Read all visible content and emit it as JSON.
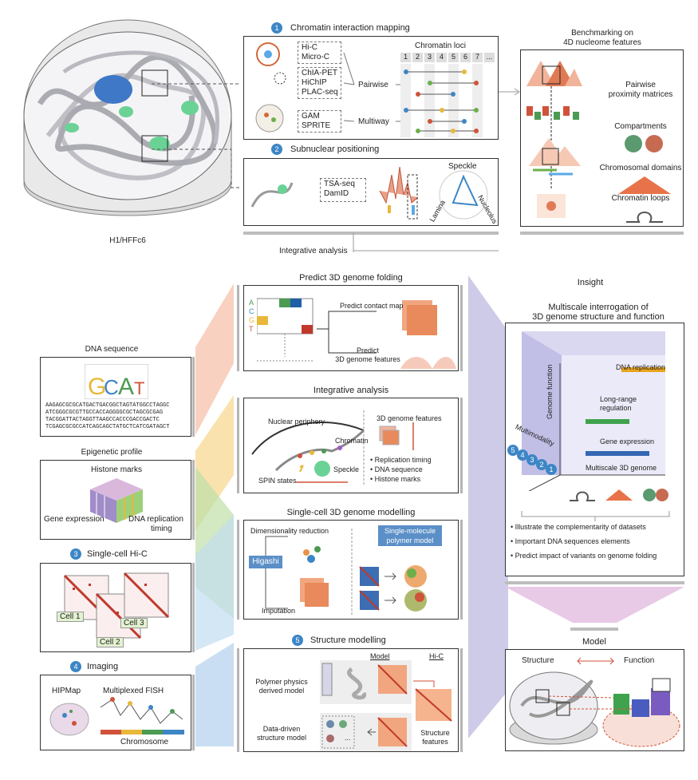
{
  "top": {
    "cell_label": "H1/HFFc6",
    "section1": {
      "num": "1",
      "title": "Chromatin interaction mapping",
      "methods_a": [
        "Hi-C",
        "Micro-C"
      ],
      "methods_b": [
        "ChIA-PET",
        "HiChIP",
        "PLAC-seq"
      ],
      "methods_c": [
        "GAM",
        "SPRITE"
      ],
      "pairwise": "Pairwise",
      "multiway": "Multiway",
      "loci_title": "Chromatin loci",
      "loci": [
        "1",
        "2",
        "3",
        "4",
        "5",
        "6",
        "7",
        "..."
      ]
    },
    "section2": {
      "num": "2",
      "title": "Subnuclear positioning",
      "methods": [
        "TSA-seq",
        "DamID"
      ],
      "radar": [
        "Speckle",
        "Lamina",
        "Nucleolus"
      ]
    },
    "bench": {
      "title_1": "Benchmarking on",
      "title_2": "4D nucleome features",
      "items": [
        {
          "line1": "Pairwise",
          "line2": "proximity matrices"
        },
        {
          "line1": "Compartments",
          "line2": ""
        },
        {
          "line1": "Chromosomal domains",
          "line2": ""
        },
        {
          "line1": "Chromatin loops",
          "line2": ""
        }
      ]
    },
    "integrative_label": "Integrative analysis"
  },
  "left": {
    "dna": {
      "title": "DNA sequence",
      "seq": [
        "AAGAGCGCGCATGACTGACGGCTAGTATGGCCTAGGC",
        "ATCGGGCGCGTTGCCACCAGGGGCGCTAGCGCGAG",
        "TACGGATTACTAGGTTAAGCCACCCGACCGACTC",
        "TCGAGCGCGCCATCAGCAGCTATGCTCATCGATAGCT"
      ]
    },
    "epi": {
      "title": "Epigenetic profile",
      "histone": "Histone marks",
      "gene_expr": "Gene expression",
      "dna_rep_1": "DNA replication",
      "dna_rep_2": "timing"
    },
    "sc": {
      "num": "3",
      "title": "Single-cell Hi-C",
      "cells": [
        "Cell 1",
        "Cell 2",
        "Cell 3"
      ]
    },
    "img": {
      "num": "4",
      "title": "Imaging",
      "hipmap": "HIPMap",
      "fish": "Multiplexed FISH",
      "chromosome": "Chromosome"
    }
  },
  "middle": {
    "predict": {
      "title": "Predict 3D genome folding",
      "acgt": [
        "A",
        "C",
        "G",
        "T"
      ],
      "contact": "Predict contact map",
      "features_1": "Predict",
      "features_2": "3D genome features"
    },
    "integ": {
      "title": "Integrative analysis",
      "nuclear": "Nuclear periphery",
      "chromatin": "Chromatin",
      "speckle": "Speckle",
      "spin": "SPIN states",
      "features_title": "3D genome features",
      "list": [
        "Replication timing",
        "DNA sequence",
        "Histone marks"
      ]
    },
    "sc_model": {
      "title": "Single-cell 3D genome modelling",
      "dimred": "Dimensionality reduction",
      "higashi": "Higashi",
      "imputation": "Imputation",
      "polymer_1": "Single-molecule",
      "polymer_2": "polymer model"
    },
    "structure": {
      "num": "5",
      "title": "Structure modelling",
      "model": "Model",
      "hic": "Hi-C",
      "polymer_1": "Polymer physics",
      "polymer_2": "derived model",
      "data_1": "Data-driven",
      "data_2": "structure model",
      "sf_1": "Structure",
      "sf_2": "features",
      "dots": "..."
    }
  },
  "right": {
    "insight": "Insight",
    "title_1": "Multiscale interrogation of",
    "title_2": "3D genome structure and function",
    "genome_function": "Genome function",
    "bars": [
      {
        "label_1": "DNA replication",
        "label_2": "",
        "color": "#e8a41c"
      },
      {
        "label_1": "Long-range",
        "label_2": "regulation",
        "color": "#3fa34d"
      },
      {
        "label_1": "Gene expression",
        "label_2": "",
        "color": "#3467b3"
      }
    ],
    "multimodality": "Multimodality",
    "mods": [
      "5",
      "4",
      "3",
      "2",
      "1"
    ],
    "multiscale": "Multiscale 3D genome",
    "bullets": [
      "Illustrate the complementarity of datasets",
      "Important DNA sequences elements",
      "Predict impact of variants on genome folding"
    ],
    "model": {
      "title": "Model",
      "structure": "Structure",
      "function": "Function"
    }
  },
  "colors": {
    "accent": "#3d86c6",
    "heat": "#e0603a",
    "purple": "#9c98d0",
    "green": "#5cc48a"
  }
}
